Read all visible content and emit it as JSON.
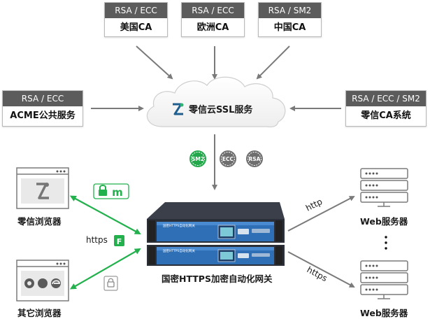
{
  "cas_top": [
    {
      "algo": "RSA / ECC",
      "name": "美国CA"
    },
    {
      "algo": "RSA / ECC",
      "name": "欧洲CA"
    },
    {
      "algo": "RSA / SM2",
      "name": "中国CA"
    }
  ],
  "ca_left": {
    "algo": "RSA / ECC",
    "name": "ACME公共服务"
  },
  "ca_right": {
    "algo": "RSA / ECC / SM2",
    "name": "零信CA系统"
  },
  "cloud": {
    "title": "零信云SSL服务"
  },
  "badges": [
    "SM2",
    "ECC",
    "RSA"
  ],
  "browsers": {
    "zerotrust": "零信浏览器",
    "other": "其它浏览器"
  },
  "gateway": {
    "title": "国密HTTPS加密自动化网关"
  },
  "servers": {
    "label_top": "Web服务器",
    "label_bottom": "Web服务器"
  },
  "links": {
    "http": "http",
    "https_right": "https",
    "https_left": "https"
  },
  "colors": {
    "green": "#22b14c",
    "gray_arrow": "#7a7a7a",
    "gateway_dark": "#2b2f38",
    "gateway_blue": "#2f6fb5"
  }
}
